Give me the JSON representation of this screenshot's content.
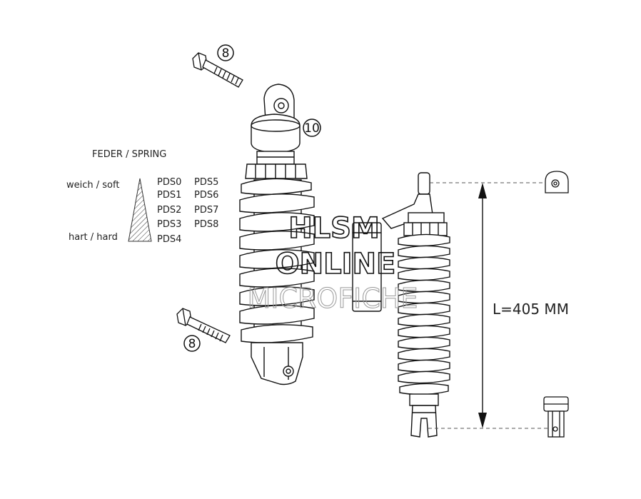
{
  "callouts": {
    "bolt_top": "8",
    "shock_ref": "10",
    "bolt_bottom": "8"
  },
  "spring_legend": {
    "title": "FEDER / SPRING",
    "soft_label": "weich / soft",
    "hard_label": "hart / hard",
    "col1": [
      "PDS0",
      "PDS1",
      "PDS2",
      "PDS3",
      "PDS4"
    ],
    "col2": [
      "PDS5",
      "PDS6",
      "PDS7",
      "PDS8"
    ]
  },
  "dimension": {
    "label": "L=405 MM"
  },
  "watermark": {
    "line1": "HLSM",
    "line2": "ONLINE",
    "line3": "MICROFICHE"
  }
}
